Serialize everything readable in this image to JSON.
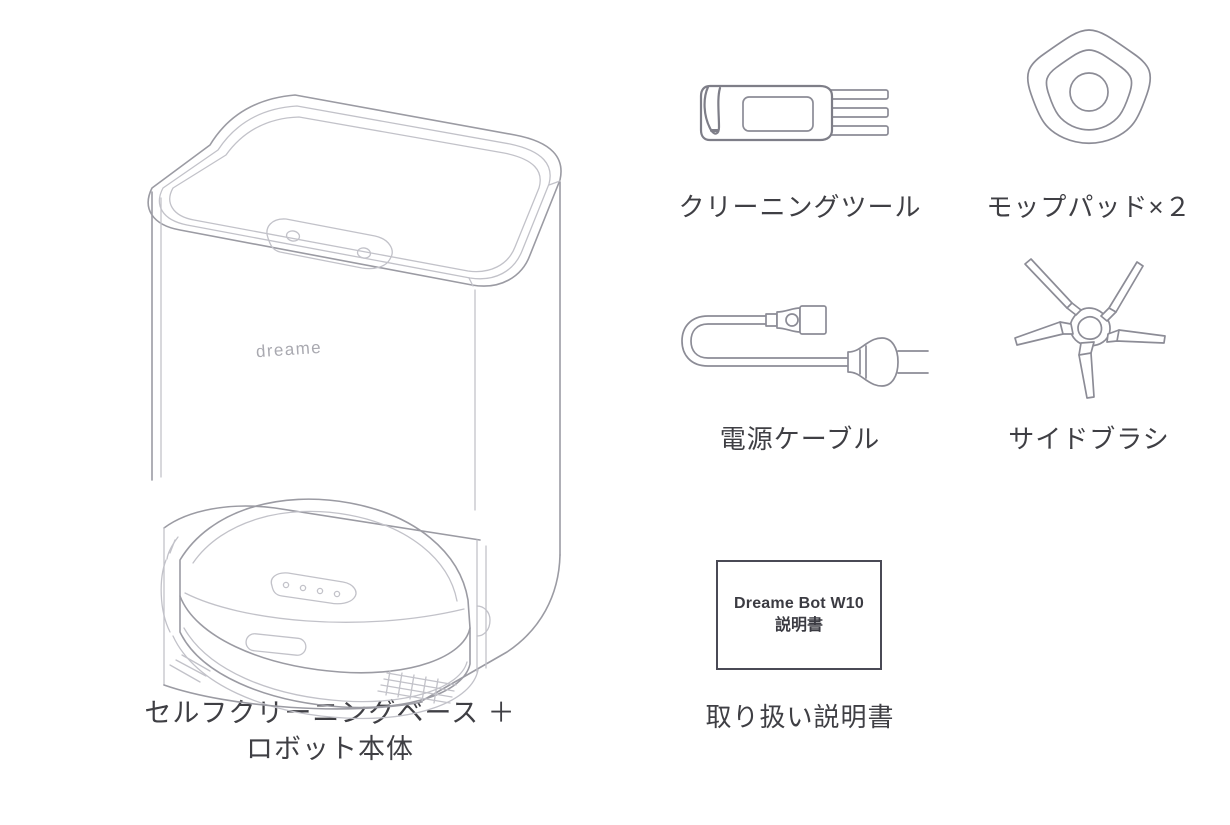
{
  "page": {
    "background_color": "#ffffff",
    "line_color": "#9b9ba3",
    "text_color": "#3f3f44"
  },
  "items": [
    {
      "id": "self-cleaning-base-robot",
      "icon": "base-station-with-robot-illustration",
      "caption": "セルフクリーニングベース ＋\nロボット本体",
      "brand_mark": "dreame"
    },
    {
      "id": "cleaning-tool",
      "icon": "cleaning-tool-illustration",
      "caption": "クリーニングツール"
    },
    {
      "id": "mop-pad",
      "icon": "mop-pad-illustration",
      "caption": "モップパッド×２"
    },
    {
      "id": "power-cable",
      "icon": "power-cable-illustration",
      "caption": "電源ケーブル"
    },
    {
      "id": "side-brush",
      "icon": "side-brush-illustration",
      "caption": "サイドブラシ"
    },
    {
      "id": "user-manual",
      "icon": "manual-booklet-illustration",
      "caption": "取り扱い説明書",
      "booklet": {
        "title": "Dreame Bot W10",
        "subtitle": "説明書"
      }
    }
  ]
}
